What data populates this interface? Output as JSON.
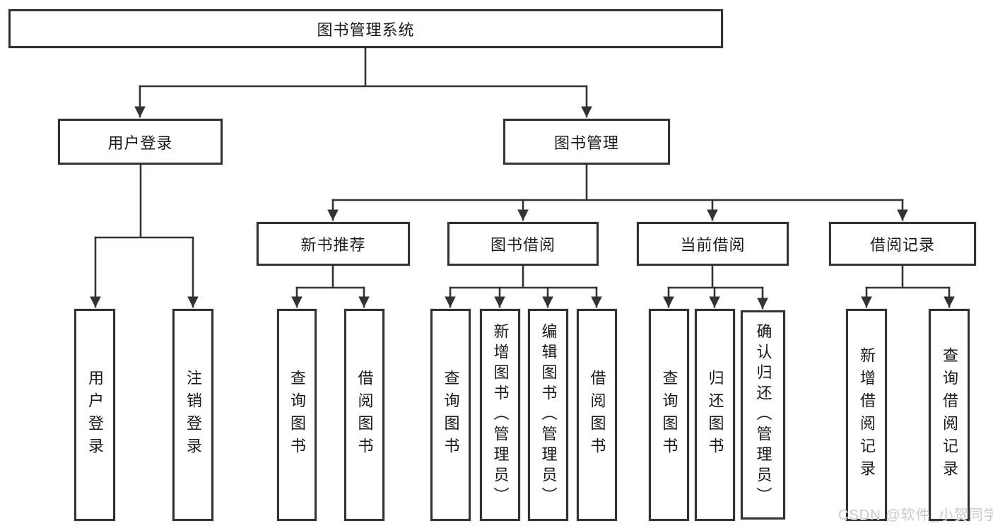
{
  "diagram_title": "图书管理系统",
  "tree": {
    "label": "图书管理系统",
    "children": [
      {
        "label": "用户登录",
        "children": [
          {
            "label": "用户登录"
          },
          {
            "label": "注销登录"
          }
        ]
      },
      {
        "label": "图书管理",
        "children": [
          {
            "label": "新书推荐",
            "children": [
              {
                "label": "查询图书"
              },
              {
                "label": "借阅图书"
              }
            ]
          },
          {
            "label": "图书借阅",
            "children": [
              {
                "label": "查询图书"
              },
              {
                "label": "新增图书（管理员）"
              },
              {
                "label": "编辑图书（管理员）"
              },
              {
                "label": "借阅图书"
              }
            ]
          },
          {
            "label": "当前借阅",
            "children": [
              {
                "label": "查询图书"
              },
              {
                "label": "归还图书"
              },
              {
                "label": "确认归还（管理员）"
              }
            ]
          },
          {
            "label": "借阅记录",
            "children": [
              {
                "label": "新增借阅记录"
              },
              {
                "label": "查询借阅记录"
              }
            ]
          }
        ]
      }
    ]
  },
  "watermark": {
    "text": "CSDN @软件_小贺同学"
  },
  "colors": {
    "line": "#333333",
    "text": "#1a1a1a",
    "watermark": "#c9c9c9",
    "background": "#ffffff"
  }
}
